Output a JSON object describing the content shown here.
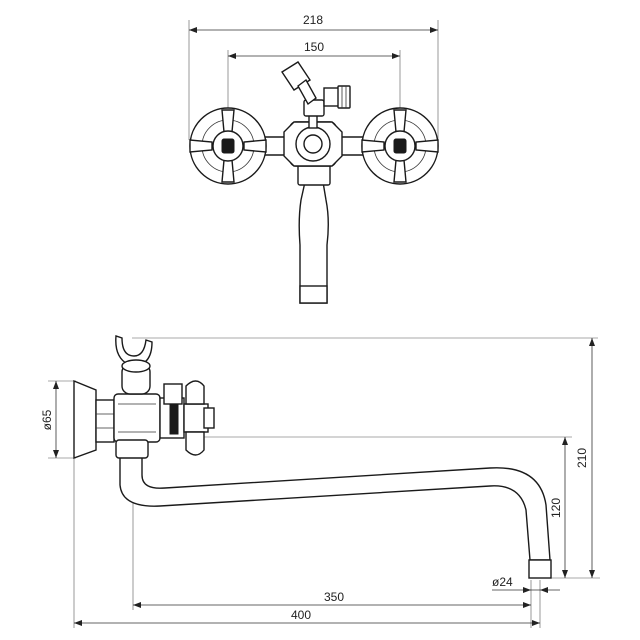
{
  "top_view": {
    "dim_overall_width": "218",
    "dim_handle_spacing": "150"
  },
  "side_view": {
    "dim_flange_diameter": "ø65",
    "dim_overall_height": "210",
    "dim_spout_height": "120",
    "dim_outlet_diameter": "ø24",
    "dim_spout_reach": "350",
    "dim_total_reach": "400"
  }
}
